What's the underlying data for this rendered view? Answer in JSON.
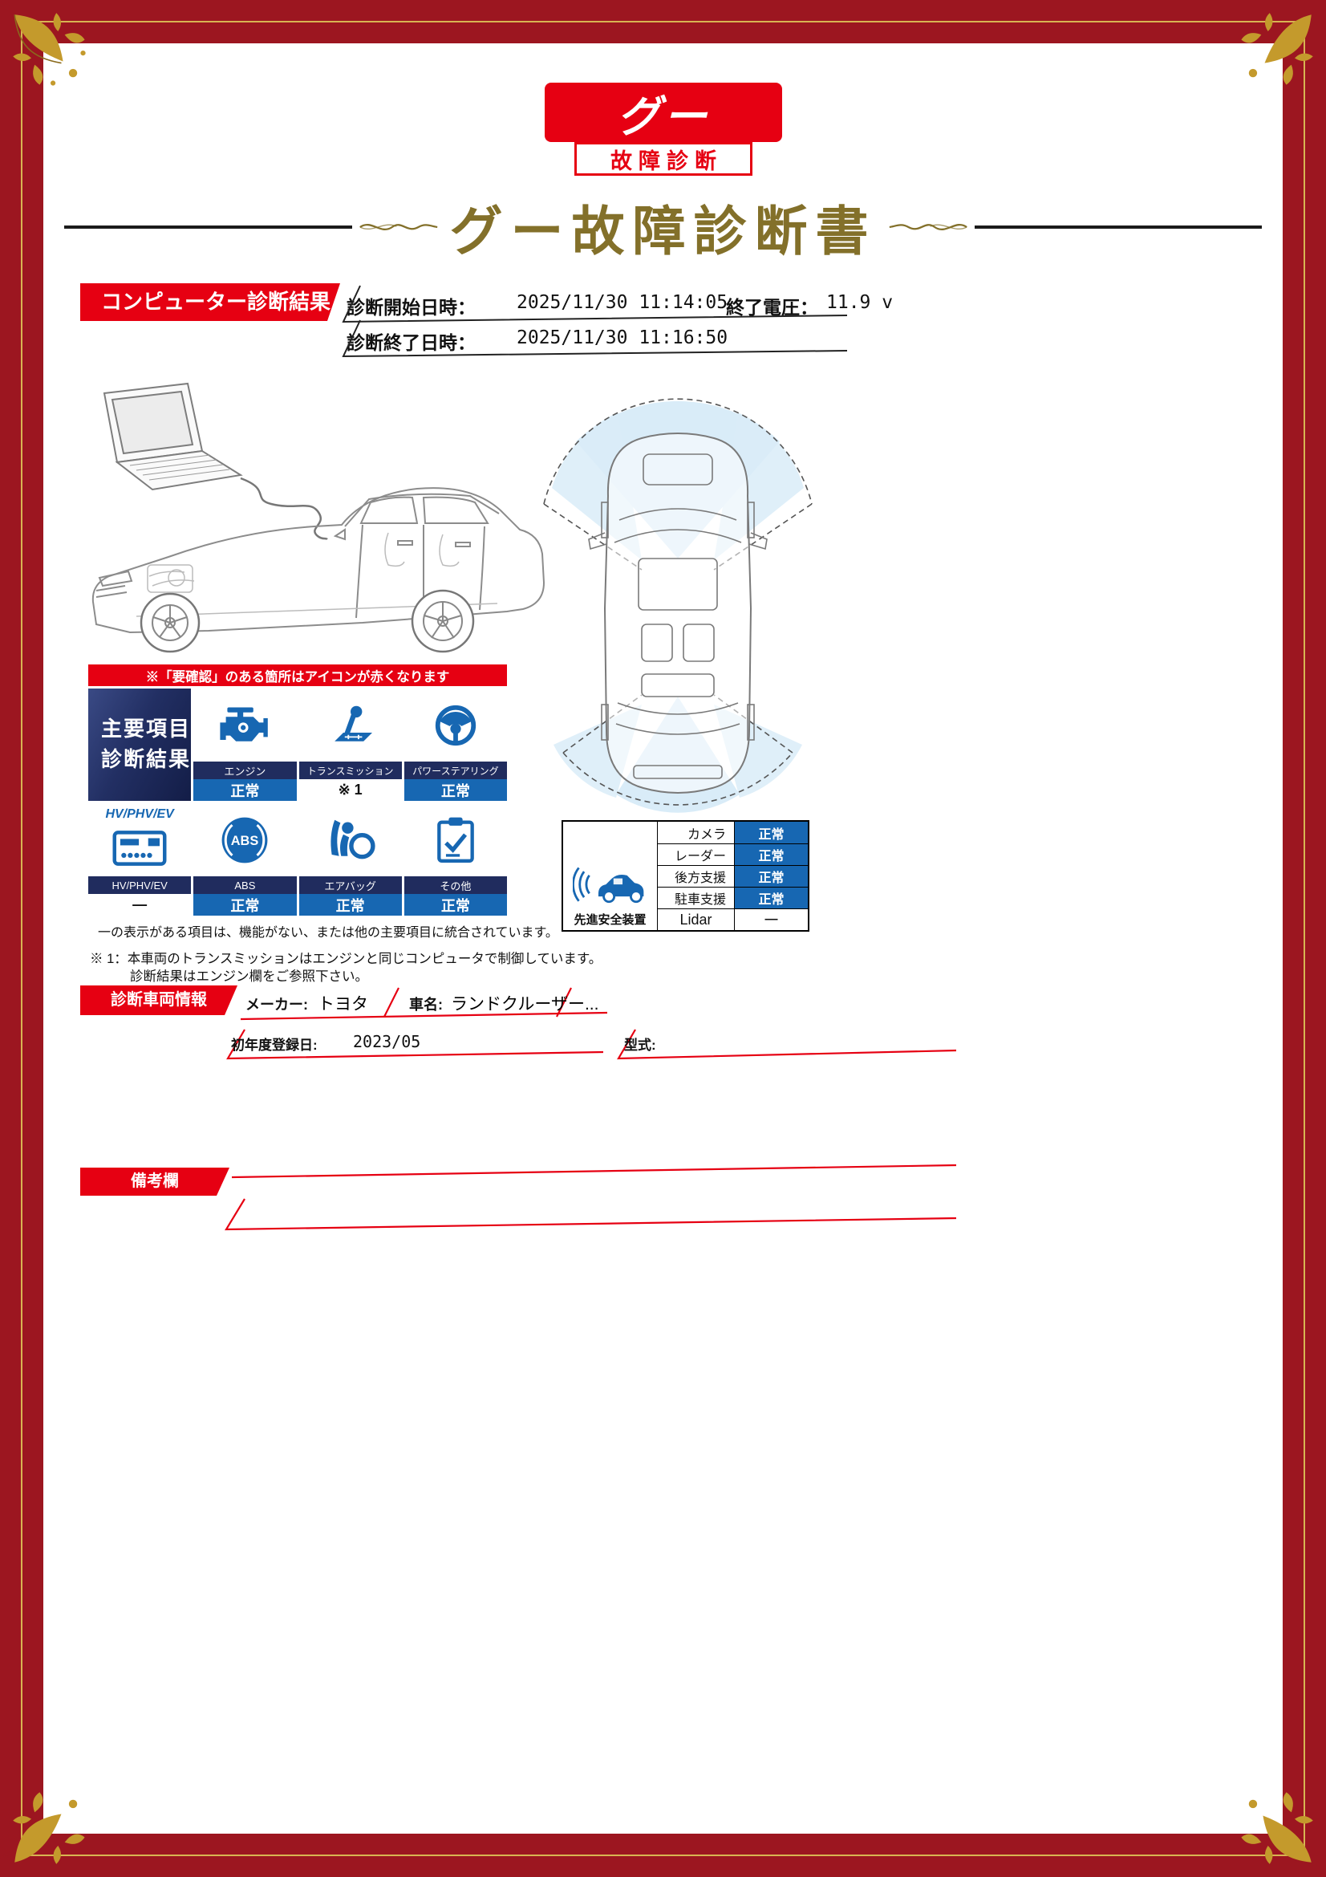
{
  "colors": {
    "red": "#e60012",
    "blue": "#1767b2",
    "navy": "#202c5e",
    "gold": "#c49a2c",
    "title_gold": "#83702a",
    "frame": "#9c1620"
  },
  "logo": {
    "main": "グー",
    "sub": "故障診断"
  },
  "title": "グー故障診断書",
  "computer_diag": {
    "section_title": "コンピューター診断結果",
    "start_label": "診断開始日時：",
    "start_value": "2025/11/30 11:14:05",
    "voltage_label": "終了電圧：",
    "voltage_value": "11.9 v",
    "end_label": "診断終了日時：",
    "end_value": "2025/11/30 11:16:50"
  },
  "warning_bar": "※「要確認」のある箇所はアイコンが赤くなります",
  "main_grid": {
    "header_line1": "主要項目",
    "header_line2": "診断結果",
    "items": [
      {
        "label": "エンジン",
        "status": "正常"
      },
      {
        "label": "トランスミッション",
        "status": "※ 1"
      },
      {
        "label": "パワーステアリング",
        "status": "正常"
      },
      {
        "top": "HV/PHV/EV",
        "label": "HV/PHV/EV",
        "status": "—"
      },
      {
        "label": "ABS",
        "status": "正常"
      },
      {
        "label": "エアバッグ",
        "status": "正常"
      },
      {
        "label": "その他",
        "status": "正常"
      }
    ],
    "dash_note": "一の表示がある項目は、機能がない、または他の主要項目に統合されています。",
    "footnote_line1": "※ 1：本車両のトランスミッションはエンジンと同じコンピュータで制御しています。",
    "footnote_line2": "診断結果はエンジン欄をご参照下さい。"
  },
  "icons": {
    "abs_text": "ABS"
  },
  "safety": {
    "label": "先進安全装置",
    "rows": [
      {
        "name": "カメラ",
        "status": "正常"
      },
      {
        "name": "レーダー",
        "status": "正常"
      },
      {
        "name": "後方支援",
        "status": "正常"
      },
      {
        "name": "駐車支援",
        "status": "正常"
      },
      {
        "name": "Lidar",
        "status": "—"
      }
    ]
  },
  "vehicle": {
    "section_title": "診断車両情報",
    "maker_label": "メーカー:",
    "maker_value": "トヨタ",
    "name_label": "車名:",
    "name_value": "ランドクルーザー...",
    "reg_label": "初年度登録日:",
    "reg_value": "2023/05",
    "model_label": "型式:"
  },
  "remarks": {
    "label": "備考欄"
  }
}
